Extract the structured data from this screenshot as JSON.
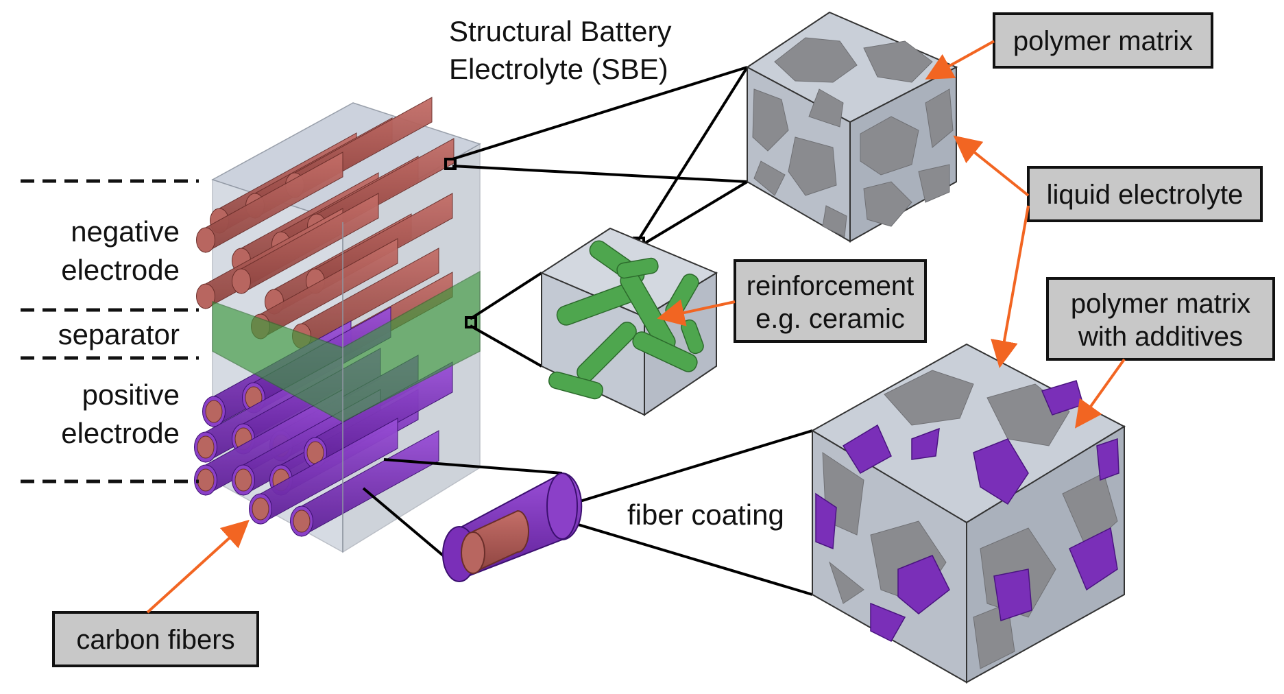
{
  "labels": {
    "sbe_line1": "Structural Battery",
    "sbe_line2": "Electrolyte (SBE)",
    "negative_line1": "negative",
    "negative_line2": "electrode",
    "separator": "separator",
    "positive_line1": "positive",
    "positive_line2": "electrode",
    "fiber_coating": "fiber coating"
  },
  "callouts": {
    "polymer_matrix": "polymer matrix",
    "liquid_electrolyte": "liquid electrolyte",
    "reinforcement_line1": "reinforcement",
    "reinforcement_line2": "e.g. ceramic",
    "additives_line1": "polymer matrix",
    "additives_line2": "with additives",
    "carbon_fibers": "carbon fibers"
  },
  "colors": {
    "carbon_fiber": "#b05a55",
    "coating": "#7a2fb8",
    "separator": "#3e9a3e",
    "polymer": "#8e8f93",
    "electrolyte": "#c5ccd6",
    "arrow": "#f26522",
    "callout_bg": "#c8c8c8"
  }
}
